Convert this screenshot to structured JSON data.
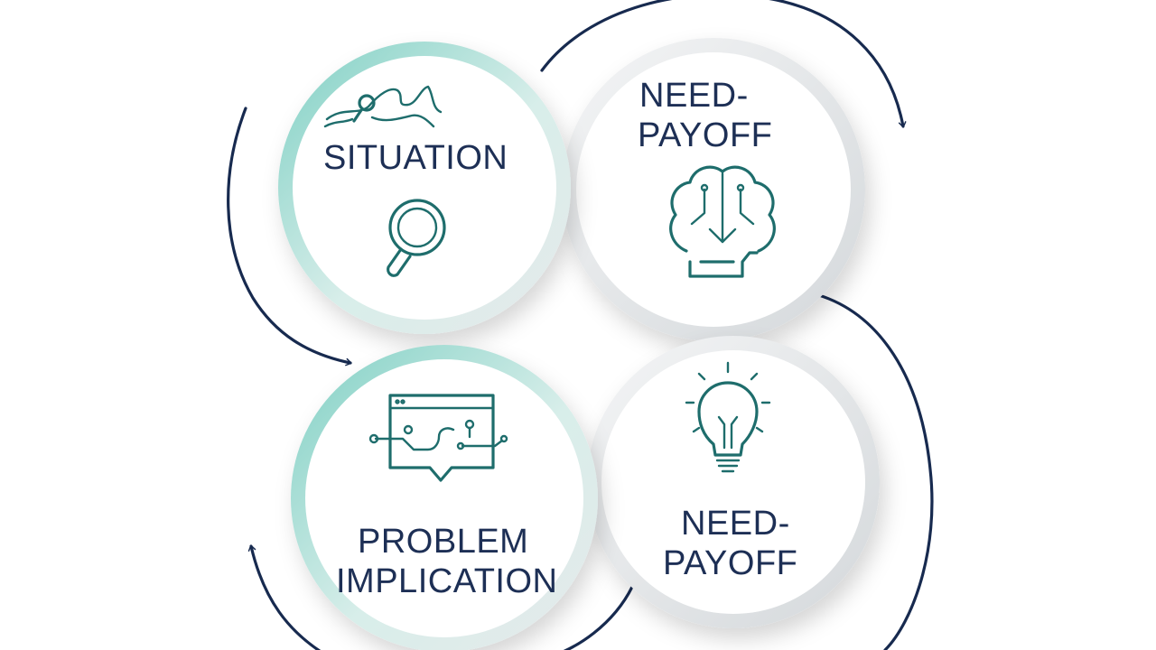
{
  "circles": [
    {
      "id": "situation",
      "lines": [
        "SITUATION"
      ],
      "icon": "magnifying-glass-icon",
      "accent": "#8fd3c8"
    },
    {
      "id": "need-payoff-top",
      "lines": [
        "NEED-",
        "PAYOFF"
      ],
      "icon": "brain-circuit-icon",
      "accent": "#d9dde0"
    },
    {
      "id": "problem-implication",
      "lines": [
        "PROBLEM",
        "IMPLICATION"
      ],
      "icon": "circuit-chat-icon",
      "accent": "#8fd3c8"
    },
    {
      "id": "need-payoff-bottom",
      "lines": [
        "NEED-",
        "PAYOFF"
      ],
      "icon": "lightbulb-icon",
      "accent": "#d9dde0"
    }
  ],
  "colors": {
    "text": "#1d2f55",
    "icon": "#1e6d6c",
    "arrow": "#172a4f",
    "teal_ring": "#8fd3c8",
    "grey_ring": "#d9dde0"
  }
}
